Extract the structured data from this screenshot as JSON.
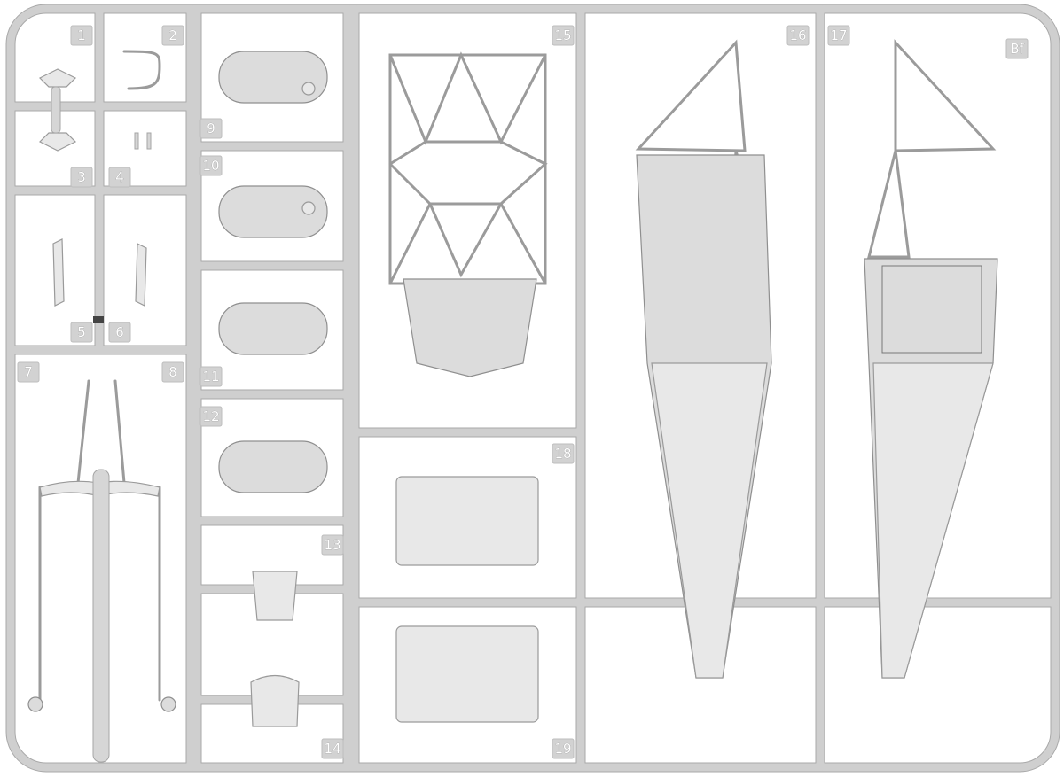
{
  "sprue": {
    "code": "Bf",
    "part_numbers": [
      "1",
      "2",
      "3",
      "4",
      "5",
      "6",
      "7",
      "8",
      "9",
      "10",
      "11",
      "12",
      "13",
      "14",
      "15",
      "16",
      "17",
      "18",
      "19"
    ]
  },
  "colors": {
    "plastic": "#dcdcdc",
    "runner": "#cfcfcf",
    "outline": "#8f8f8f"
  }
}
